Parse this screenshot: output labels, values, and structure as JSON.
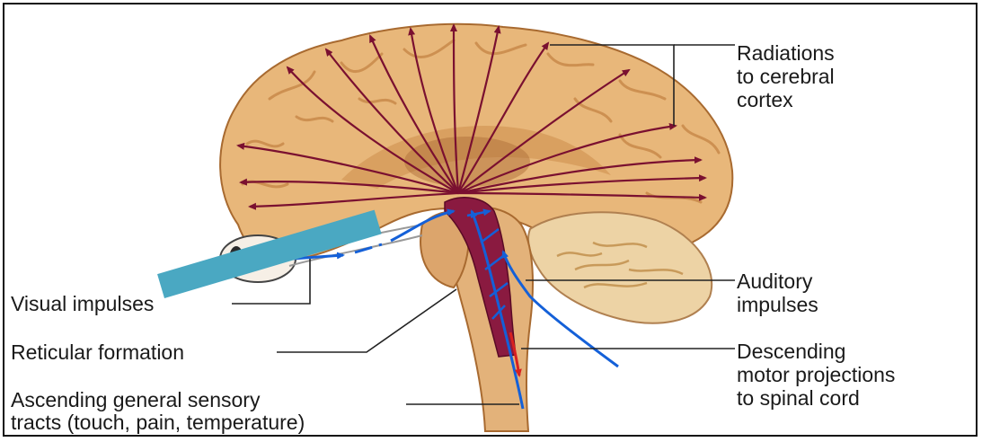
{
  "labels": {
    "radiations": "Radiations\nto cerebral\ncortex",
    "auditory": "Auditory\nimpulses",
    "descending": "Descending\nmotor projections\nto spinal cord",
    "visual": "Visual impulses",
    "reticular": "Reticular formation",
    "ascending": "Ascending general sensory\ntracts (touch, pain, temperature)"
  },
  "colors": {
    "brain_tan": "#e8b77a",
    "brain_dark": "#c98a4a",
    "radiation_arrow": "#7a1030",
    "sensory_arrow": "#1460d8",
    "reticular_formation": "#8a1a40",
    "motor_arrow": "#d82020",
    "label_line": "#222222",
    "obscuring_bar": "#4aa8c2"
  }
}
